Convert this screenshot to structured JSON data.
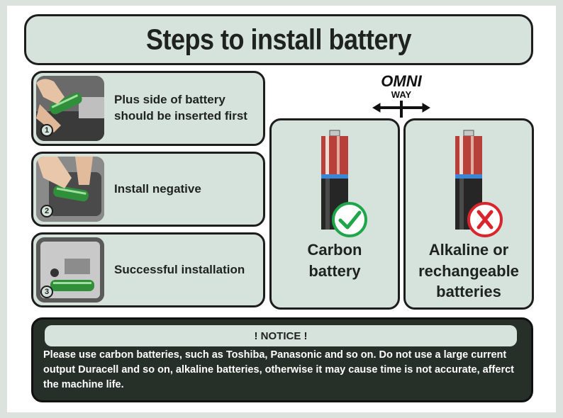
{
  "title": "Steps to install battery",
  "steps": [
    {
      "number": "1",
      "label_line1": "Plus side of battery",
      "label_line2": "should be inserted first"
    },
    {
      "number": "2",
      "label_line1": "Install negative",
      "label_line2": ""
    },
    {
      "number": "3",
      "label_line1": "Successful installation",
      "label_line2": ""
    }
  ],
  "logo": {
    "top": "OMNI",
    "bottom": "WAY"
  },
  "cards": [
    {
      "line1": "Carbon",
      "line2": "battery",
      "line3": "",
      "mark": "check-icon"
    },
    {
      "line1": "Alkaline or",
      "line2": "rechangeable",
      "line3": "batteries",
      "mark": "cross-icon"
    }
  ],
  "notice": {
    "heading": "! NOTICE !",
    "text": "Please use carbon batteries, such as Toshiba, Panasonic and so on. Do not use a large current output Duracell and so on, alkaline batteries, otherwise it may cause time is not accurate, afferct the machine life."
  },
  "colors": {
    "panel": "#d6e2dc",
    "border": "#1d1d1d",
    "notice_bg": "#273028",
    "check": "#1fa64a",
    "cross": "#d9262c",
    "battery_red": "#b8403a",
    "battery_band": "#3c86d6"
  }
}
